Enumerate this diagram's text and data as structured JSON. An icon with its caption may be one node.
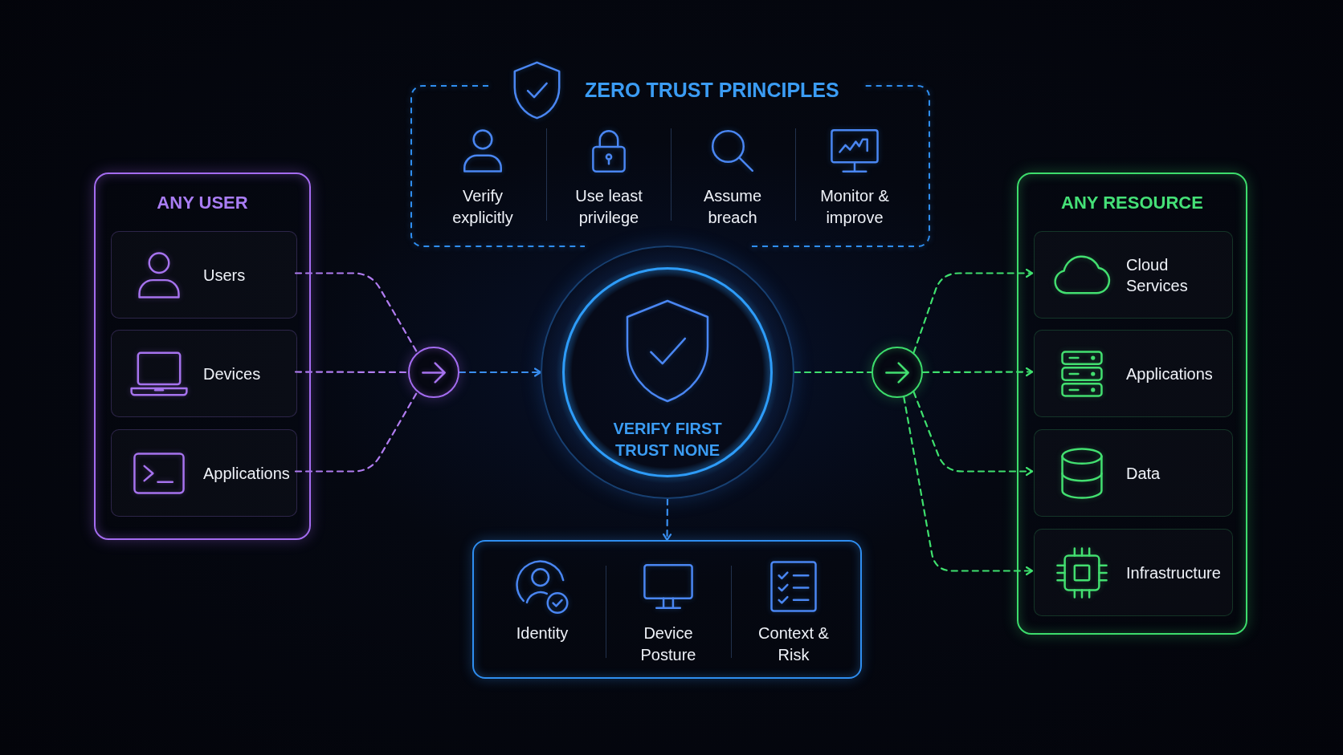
{
  "diagram": {
    "nodes": [
      {
        "text": [
          "ZERO TRUST PRINCIPLES"
        ]
      },
      {
        "text": [
          "Verify explicitly"
        ],
        "in": 0
      },
      {
        "text": [
          "Use least privilege"
        ],
        "in": 0
      },
      {
        "text": [
          "Assume breach"
        ],
        "in": 0
      },
      {
        "text": [
          "Monitor & improve"
        ],
        "in": 0
      },
      {
        "text": [
          "ANY USER"
        ]
      },
      {
        "text": [
          "Users"
        ],
        "in": 5
      },
      {
        "text": [
          "Devices"
        ],
        "in": 5
      },
      {
        "text": [
          "Applications"
        ],
        "in": 5
      },
      {
        "text": [],
        "shape": "circle"
      },
      {
        "text": [
          "VERIFY FIRST TRUST NONE"
        ]
      },
      {
        "text": [],
        "shape": "circle"
      },
      {
        "text": [
          "ANY RESOURCE"
        ]
      },
      {
        "text": [
          "Cloud Services"
        ],
        "in": 12
      },
      {
        "text": [
          "Applications"
        ],
        "in": 12
      },
      {
        "text": [
          "Data"
        ],
        "in": 12
      },
      {
        "text": [
          "Infrastructure"
        ],
        "in": 12
      },
      {
        "text": [],
        "shape": "box"
      },
      {
        "text": [
          "Identity"
        ],
        "in": 17
      },
      {
        "text": [
          "Device Posture"
        ],
        "in": 17
      },
      {
        "text": [
          "Context & Risk"
        ],
        "in": 17
      }
    ],
    "edges": [
      {
        "from": 6,
        "to": 9,
        "arrow": "none",
        "style": "dashed",
        "color": "#b07cf0"
      },
      {
        "from": 7,
        "to": 9,
        "arrow": "none",
        "style": "dashed",
        "color": "#b07cf0"
      },
      {
        "from": 8,
        "to": 9,
        "arrow": "none",
        "style": "dashed",
        "color": "#b07cf0"
      },
      {
        "from": 9,
        "to": 10,
        "arrow": "to",
        "style": "dashed",
        "color": "#3a8ff0"
      },
      {
        "from": 10,
        "to": 11,
        "arrow": "none",
        "style": "dashed",
        "color": "#3fe06e"
      },
      {
        "from": 11,
        "to": 13,
        "arrow": "to",
        "style": "dashed",
        "color": "#3fe06e"
      },
      {
        "from": 11,
        "to": 14,
        "arrow": "to",
        "style": "dashed",
        "color": "#3fe06e"
      },
      {
        "from": 11,
        "to": 15,
        "arrow": "to",
        "style": "dashed",
        "color": "#3fe06e"
      },
      {
        "from": 11,
        "to": 16,
        "arrow": "to",
        "style": "dashed",
        "color": "#3fe06e"
      },
      {
        "from": 10,
        "to": 17,
        "arrow": "to",
        "style": "dashed",
        "color": "#3a8ff0"
      }
    ]
  }
}
